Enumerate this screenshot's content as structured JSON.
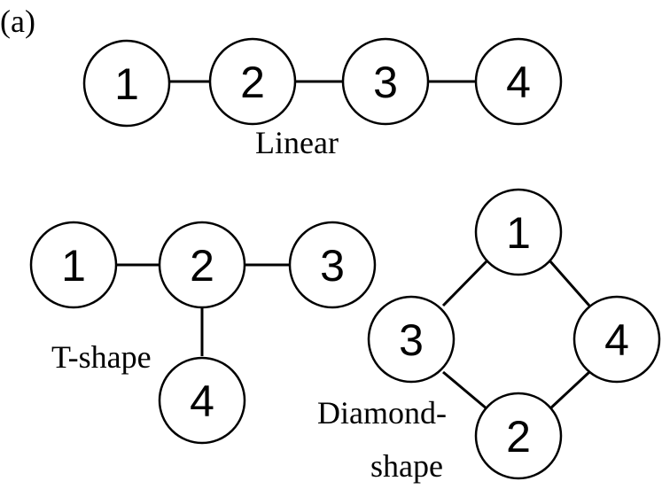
{
  "panel_label": "(a)",
  "linear": {
    "caption": "Linear",
    "nodes": [
      "1",
      "2",
      "3",
      "4"
    ],
    "edges": [
      [
        "1",
        "2"
      ],
      [
        "2",
        "3"
      ],
      [
        "3",
        "4"
      ]
    ]
  },
  "t_shape": {
    "caption": "T-shape",
    "nodes": [
      "1",
      "2",
      "3",
      "4"
    ],
    "edges": [
      [
        "1",
        "2"
      ],
      [
        "2",
        "3"
      ],
      [
        "2",
        "4"
      ]
    ]
  },
  "diamond": {
    "caption_line1": "Diamond-",
    "caption_line2": "shape",
    "nodes": [
      "1",
      "2",
      "3",
      "4"
    ],
    "edges": [
      [
        "1",
        "3"
      ],
      [
        "1",
        "4"
      ],
      [
        "3",
        "2"
      ],
      [
        "4",
        "2"
      ]
    ]
  }
}
